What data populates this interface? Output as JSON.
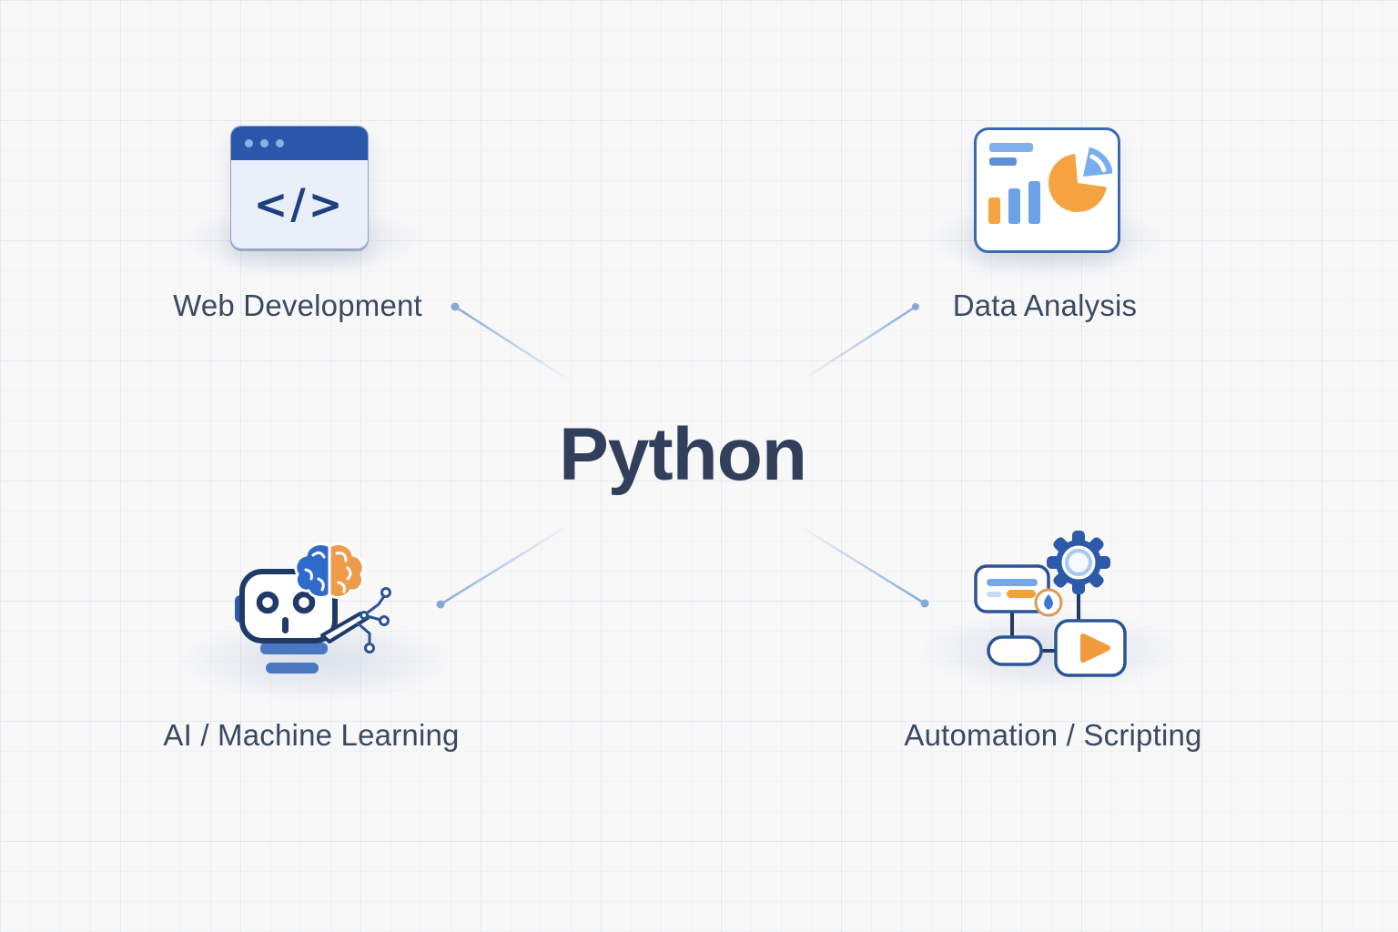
{
  "diagram": {
    "title": "Python",
    "type": "mind-map",
    "center_node": "Python"
  },
  "nodes": [
    {
      "id": "web-development",
      "label": "Web Development",
      "icon": "code-browser-icon",
      "position": "top-left",
      "glyph": "</>"
    },
    {
      "id": "data-analysis",
      "label": "Data Analysis",
      "icon": "analytics-dashboard-icon",
      "position": "top-right"
    },
    {
      "id": "ai-machine-learning",
      "label": "AI / Machine Learning",
      "icon": "robot-brain-icon",
      "position": "bottom-left"
    },
    {
      "id": "automation-scripting",
      "label": "Automation / Scripting",
      "icon": "gear-workflow-icon",
      "position": "bottom-right"
    }
  ],
  "colors": {
    "navy": "#1f3a67",
    "blue": "#2e6bca",
    "light_blue": "#7fb0ec",
    "orange": "#f2a13e",
    "label_text": "#3a4961",
    "title_text": "#323f5b",
    "connector_line": "#85a8d5",
    "background": "#f8f8f9"
  }
}
